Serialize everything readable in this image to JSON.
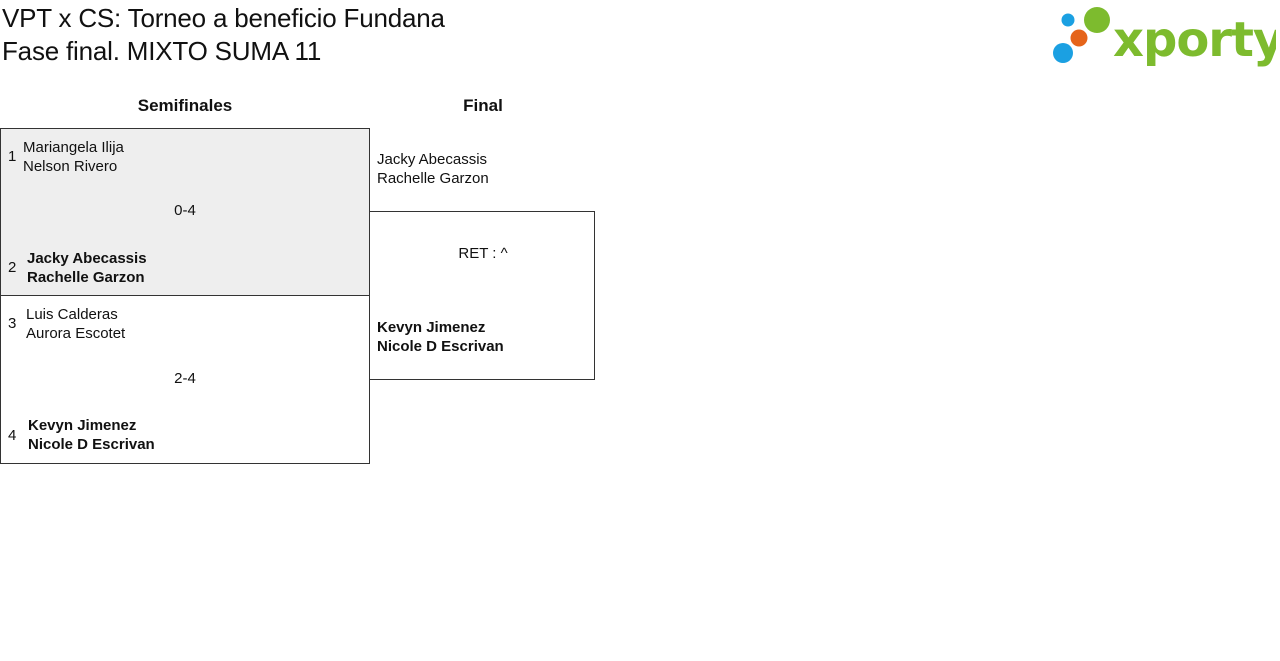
{
  "header": {
    "title_line1": "VPT x CS: Torneo a beneficio Fundana",
    "title_line2": "Fase final. MIXTO SUMA 11"
  },
  "logo": {
    "text": "xporty",
    "colors": {
      "green": "#7dbb2e",
      "orange": "#e5641a",
      "blue": "#1ba0e2"
    }
  },
  "rounds": {
    "semifinals_label": "Semifinales",
    "final_label": "Final"
  },
  "semifinals": [
    {
      "score": "0-4",
      "top": {
        "seed": "1",
        "player1": "Mariangela Ilija",
        "player2": "Nelson Rivero",
        "winner": false
      },
      "bottom": {
        "seed": "2",
        "player1": "Jacky Abecassis",
        "player2": "Rachelle Garzon",
        "winner": true
      }
    },
    {
      "score": "2-4",
      "top": {
        "seed": "3",
        "player1": "Luis Calderas",
        "player2": "Aurora Escotet",
        "winner": false
      },
      "bottom": {
        "seed": "4",
        "player1": "Kevyn Jimenez",
        "player2": "Nicole D Escrivan",
        "winner": true
      }
    }
  ],
  "final": {
    "score": "RET : ^",
    "top": {
      "player1": "Jacky Abecassis",
      "player2": "Rachelle Garzon",
      "winner": false
    },
    "bottom": {
      "player1": "Kevyn Jimenez",
      "player2": "Nicole D Escrivan",
      "winner": true
    }
  }
}
